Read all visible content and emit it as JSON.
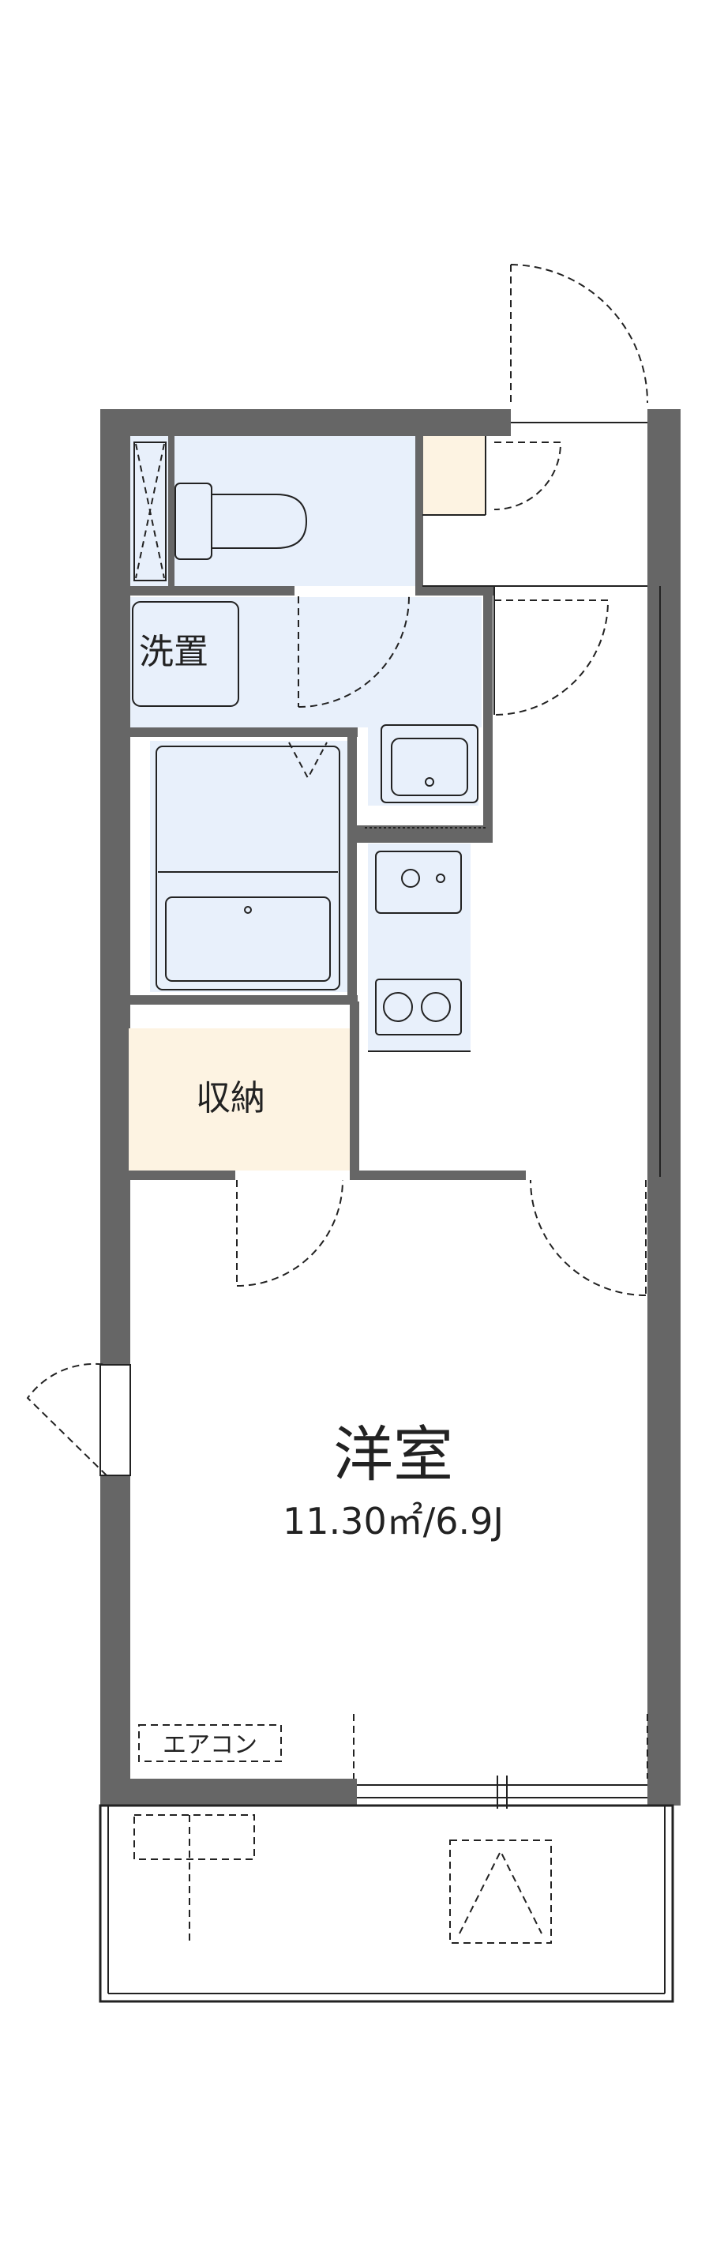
{
  "rooms": {
    "main_room": {
      "name": "洋室",
      "size": "11.30㎡/6.9J"
    },
    "storage": {
      "name": "収納"
    },
    "laundry": {
      "name": "洗置"
    },
    "aircon": {
      "name": "エアコン"
    }
  },
  "colors": {
    "wall": "#666666",
    "wet_area": "#e8f0fb",
    "storage": "#fdf3e2",
    "line": "#222222",
    "background": "#ffffff"
  }
}
